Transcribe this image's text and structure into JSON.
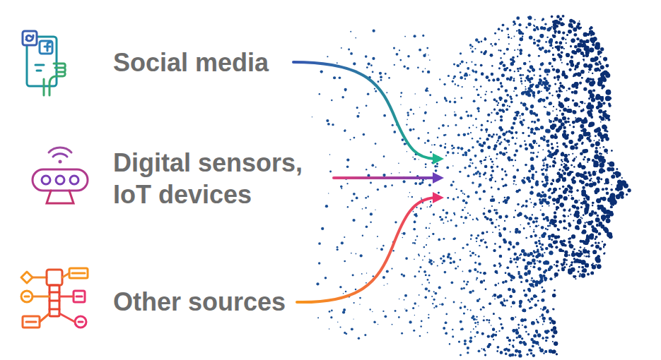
{
  "diagram": {
    "labels": [
      "Social media",
      "Digital sensors, IoT devices",
      "Other sources"
    ]
  }
}
